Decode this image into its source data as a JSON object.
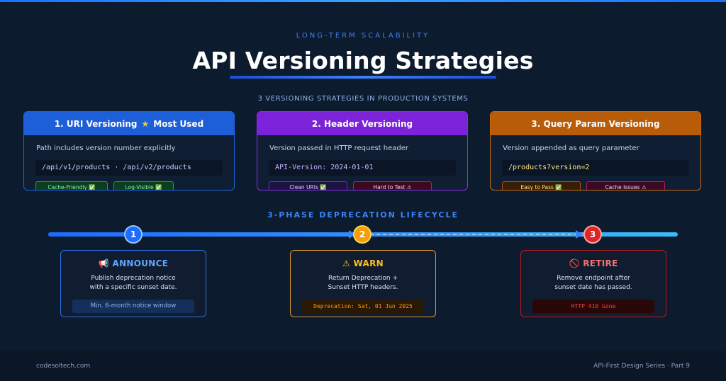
{
  "header": {
    "eyebrow": "LONG-TERM SCALABILITY",
    "title": "API Versioning Strategies"
  },
  "strategies": {
    "heading": "3 VERSIONING STRATEGIES IN PRODUCTION SYSTEMS",
    "items": [
      {
        "title": "1. URI Versioning",
        "badge_icon": "★",
        "badge": "Most Used",
        "description": "Path includes version number explicitly",
        "code": "/api/v1/products · /api/v2/products",
        "tags": [
          "Cache-Friendly ✅",
          "Log-Visible ✅"
        ],
        "color": "#1d5fd8"
      },
      {
        "title": "2. Header Versioning",
        "description": "Version passed in HTTP request header",
        "code": "API-Version: 2024-01-01",
        "tags": [
          "Clean URIs ✅",
          "Hard to Test ⚠"
        ],
        "color": "#7c22d9"
      },
      {
        "title": "3. Query Param Versioning",
        "description": "Version appended as query parameter",
        "code": "/products?version=2",
        "tags": [
          "Easy to Pass ✅",
          "Cache Issues ⚠"
        ],
        "color": "#b85c09"
      }
    ]
  },
  "lifecycle": {
    "heading": "3-PHASE DEPRECATION LIFECYCLE",
    "phases": [
      {
        "number": "1",
        "icon": "📢",
        "title": "ANNOUNCE",
        "line1": "Publish deprecation notice",
        "line2": "with a specific sunset date.",
        "pill": "Min. 6-month notice window",
        "color": "#2f6fe0"
      },
      {
        "number": "2",
        "icon": "⚠",
        "title": "WARN",
        "line1": "Return Deprecation +",
        "line2": "Sunset HTTP headers.",
        "pill": "Deprecation: Sat, 01 Jun 2025",
        "color": "#f59e0b"
      },
      {
        "number": "3",
        "icon": "🚫",
        "title": "RETIRE",
        "line1": "Remove endpoint after",
        "line2": "sunset date has passed.",
        "pill": "HTTP 410 Gone",
        "color": "#dc2626"
      }
    ]
  },
  "footer": {
    "site": "codesoltech.com",
    "series": "API-First Design Series · Part 9"
  }
}
